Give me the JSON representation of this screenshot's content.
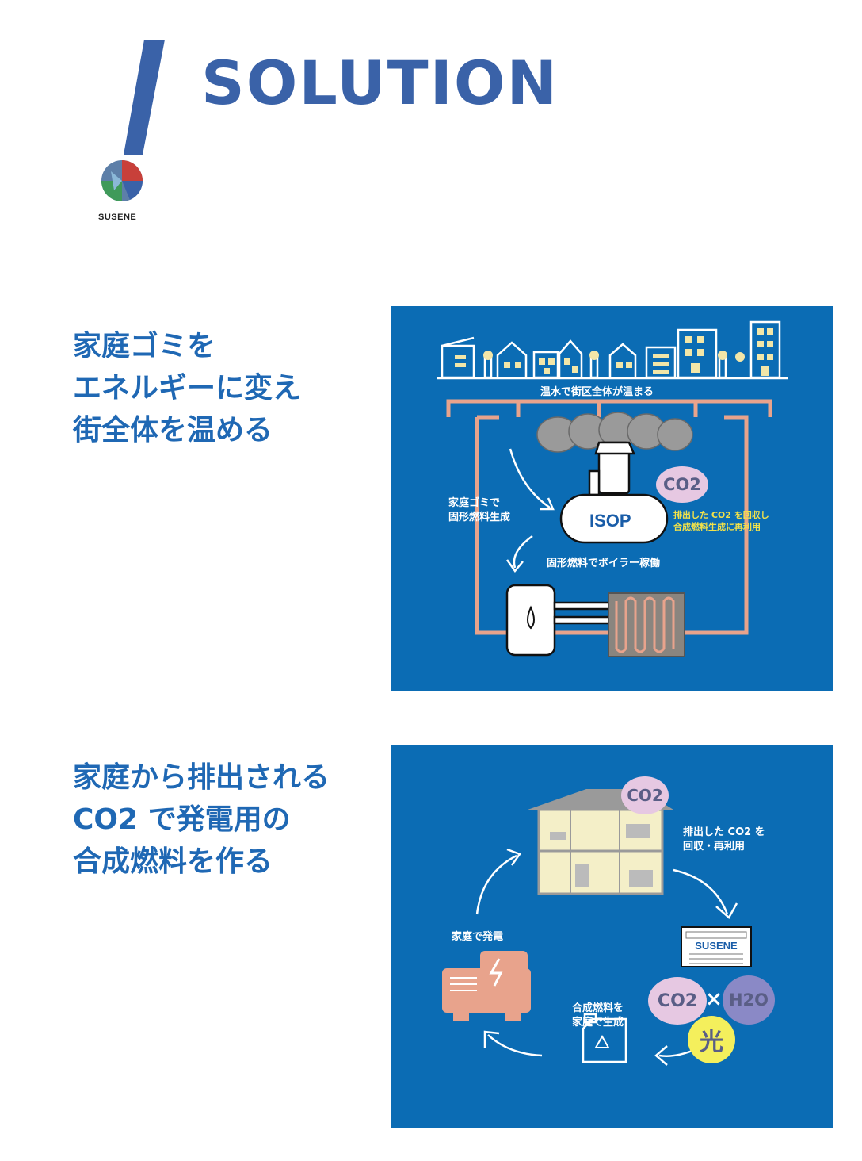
{
  "header": {
    "title": "SOLUTION",
    "brand": "SUSENE"
  },
  "section1": {
    "heading_lines": [
      "家庭ゴミを",
      "エネルギーに変え",
      "街全体を温める"
    ],
    "diagram": {
      "town_label": "温水で街区全体が温まる",
      "co2_badge": "CO2",
      "co2_note_lines": [
        "排出した CO2 を回収し",
        "合成燃料生成に再利用"
      ],
      "waste_label_lines": [
        "家庭ゴミで",
        "固形燃料生成"
      ],
      "machine_label": "ISOP",
      "boiler_label": "固形燃料でボイラー稼働"
    }
  },
  "section2": {
    "heading_lines": [
      "家庭から排出される",
      "CO2 で発電用の",
      "合成燃料を作る"
    ],
    "diagram": {
      "co2_badge": "CO2",
      "recover_label_lines": [
        "排出した CO2 を",
        "回収・再利用"
      ],
      "device_label": "SUSENE",
      "co2_circle": "CO2",
      "cross": "×",
      "h2o_circle": "H2O",
      "light_circle": "光",
      "fuel_label_lines": [
        "合成燃料を",
        "家庭で生成"
      ],
      "power_label": "家庭で発電"
    }
  },
  "colors": {
    "panel_blue": "#0b6cb4",
    "title_blue": "#3a62a8",
    "heading_blue": "#1f68b4",
    "pipe_salmon": "#e8a38c",
    "co2_pink": "#e6c8e2",
    "h2o_purple": "#8a89c6",
    "light_yellow": "#f4ef5c",
    "note_yellow": "#f2e24a"
  }
}
